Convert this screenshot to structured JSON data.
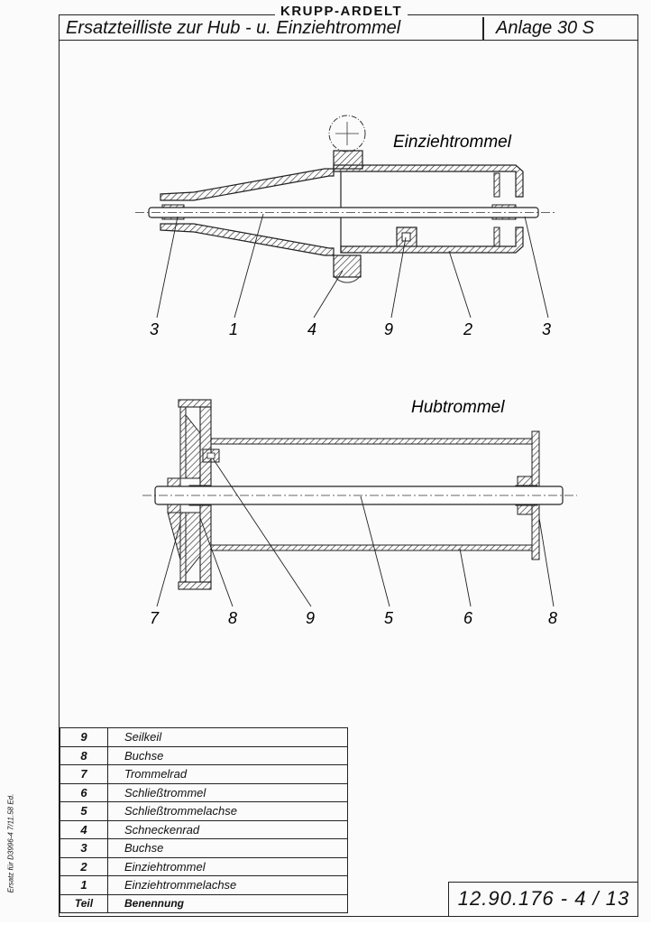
{
  "header": {
    "company": "KRUPP-ARDELT",
    "title": "Ersatzteilliste zur Hub - u. Einziehtrommel",
    "annex": "Anlage 30 S"
  },
  "side_stamp": "Ersatz für D3996-4 7/11.58 Ed.",
  "diagrams": [
    {
      "title": "Einziehtrommel",
      "callouts": [
        "3",
        "1",
        "4",
        "9",
        "2",
        "3"
      ]
    },
    {
      "title": "Hubtrommel",
      "callouts": [
        "7",
        "8",
        "9",
        "5",
        "6",
        "8"
      ]
    }
  ],
  "parts_table": {
    "rows": [
      {
        "no": "9",
        "name": "Seilkeil"
      },
      {
        "no": "8",
        "name": "Buchse"
      },
      {
        "no": "7",
        "name": "Trommelrad"
      },
      {
        "no": "6",
        "name": "Schließtrommel"
      },
      {
        "no": "5",
        "name": "Schließtrommelachse"
      },
      {
        "no": "4",
        "name": "Schneckenrad"
      },
      {
        "no": "3",
        "name": "Buchse"
      },
      {
        "no": "2",
        "name": "Einziehtrommel"
      },
      {
        "no": "1",
        "name": "Einziehtrommelachse"
      }
    ],
    "header": {
      "no": "Teil",
      "name": "Benennung"
    }
  },
  "document_number": "12.90.176 - 4 / 13"
}
